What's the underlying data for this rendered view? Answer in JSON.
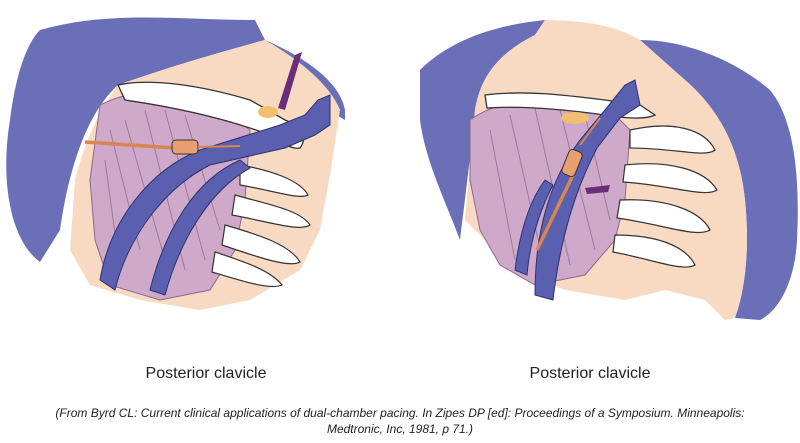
{
  "figure": {
    "panels": [
      {
        "caption": "Posterior clavicle"
      },
      {
        "caption": "Posterior clavicle"
      }
    ],
    "citation_line1": "(From Byrd CL: Current clinical applications of dual-chamber pacing. In Zipes DP [ed]: Proceedings of a Symposium. Minneapolis:",
    "citation_line2": "Medtronic, Inc, 1981, p 71.)"
  },
  "colors": {
    "body_outline": "#6b6fb8",
    "skin": "#f8d9c2",
    "muscle": "#cfa9c9",
    "vein": "#5a5fb0",
    "sheath": "#d8864f",
    "dilator_tip": "#6b2d7a",
    "yellow_fat": "#f0c070",
    "bone": "#ffffff"
  }
}
